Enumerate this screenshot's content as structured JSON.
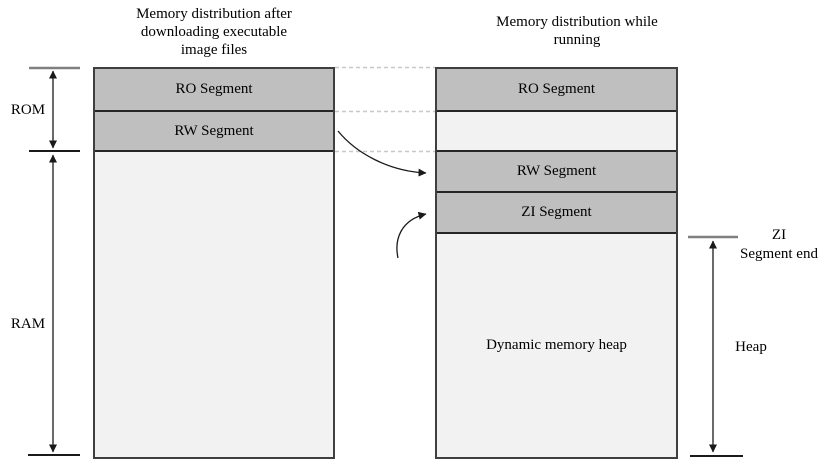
{
  "left_panel": {
    "title_lines": [
      "Memory distribution after",
      "downloading executable",
      "image files"
    ],
    "segments": {
      "ro": "RO Segment",
      "rw": "RW Segment"
    }
  },
  "right_panel": {
    "title_lines": [
      "Memory distribution while",
      "running"
    ],
    "segments": {
      "ro": "RO Segment",
      "rw": "RW Segment",
      "zi": "ZI Segment",
      "heap": "Dynamic memory heap"
    }
  },
  "annotations": {
    "rom": "ROM",
    "ram": "RAM",
    "zi_end_lines": [
      "ZI",
      "Segment end"
    ],
    "heap": "Heap"
  },
  "colors": {
    "segment_fill": "#bfbfbf",
    "empty_fill": "#f2f2f2",
    "box_border": "#3f3f3f",
    "separator": "#262626",
    "dashed_line": "#c8c8c8",
    "arrow": "#1a1a1a",
    "tick_gray": "#808080"
  }
}
